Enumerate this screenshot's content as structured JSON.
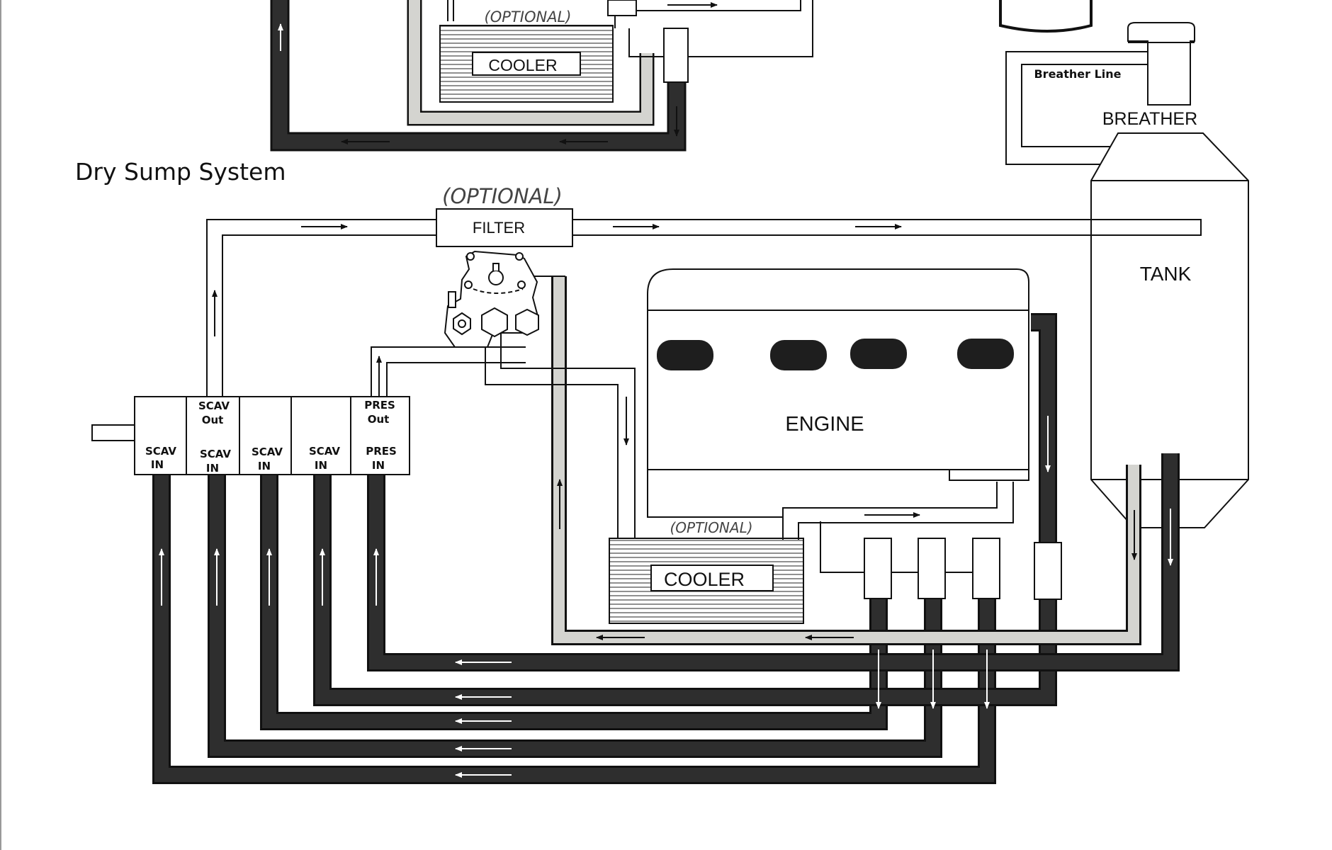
{
  "diagram": {
    "title": "Dry Sump System",
    "colors": {
      "scavenge_line": "#2e2e2e",
      "pressure_line": "#ffffff",
      "return_line": "#d4d4d0",
      "outline": "#111111"
    },
    "top_partial": {
      "optional_label": "(OPTIONAL)",
      "cooler_label": "COOLER"
    },
    "breather": {
      "line_label": "Breather Line",
      "label": "BREATHER"
    },
    "tank": {
      "label": "TANK"
    },
    "filter": {
      "optional_label": "(OPTIONAL)",
      "label": "FILTER"
    },
    "engine": {
      "label": "ENGINE"
    },
    "cooler": {
      "optional_label": "(OPTIONAL)",
      "label": "COOLER"
    },
    "pump": {
      "sections": [
        {
          "top_line1": "",
          "top_line2": "",
          "bottom_line1": "SCAV",
          "bottom_line2": "IN"
        },
        {
          "top_line1": "SCAV",
          "top_line2": "Out",
          "bottom_line1": "SCAV",
          "bottom_line2": "IN"
        },
        {
          "top_line1": "",
          "top_line2": "",
          "bottom_line1": "SCAV",
          "bottom_line2": "IN"
        },
        {
          "top_line1": "",
          "top_line2": "",
          "bottom_line1": "SCAV",
          "bottom_line2": "IN"
        },
        {
          "top_line1": "PRES",
          "top_line2": "Out",
          "bottom_line1": "PRES",
          "bottom_line2": "IN"
        }
      ]
    },
    "icons": {
      "arrow": "arrow-icon",
      "pressure_valve": "pressure-regulator-icon"
    }
  }
}
